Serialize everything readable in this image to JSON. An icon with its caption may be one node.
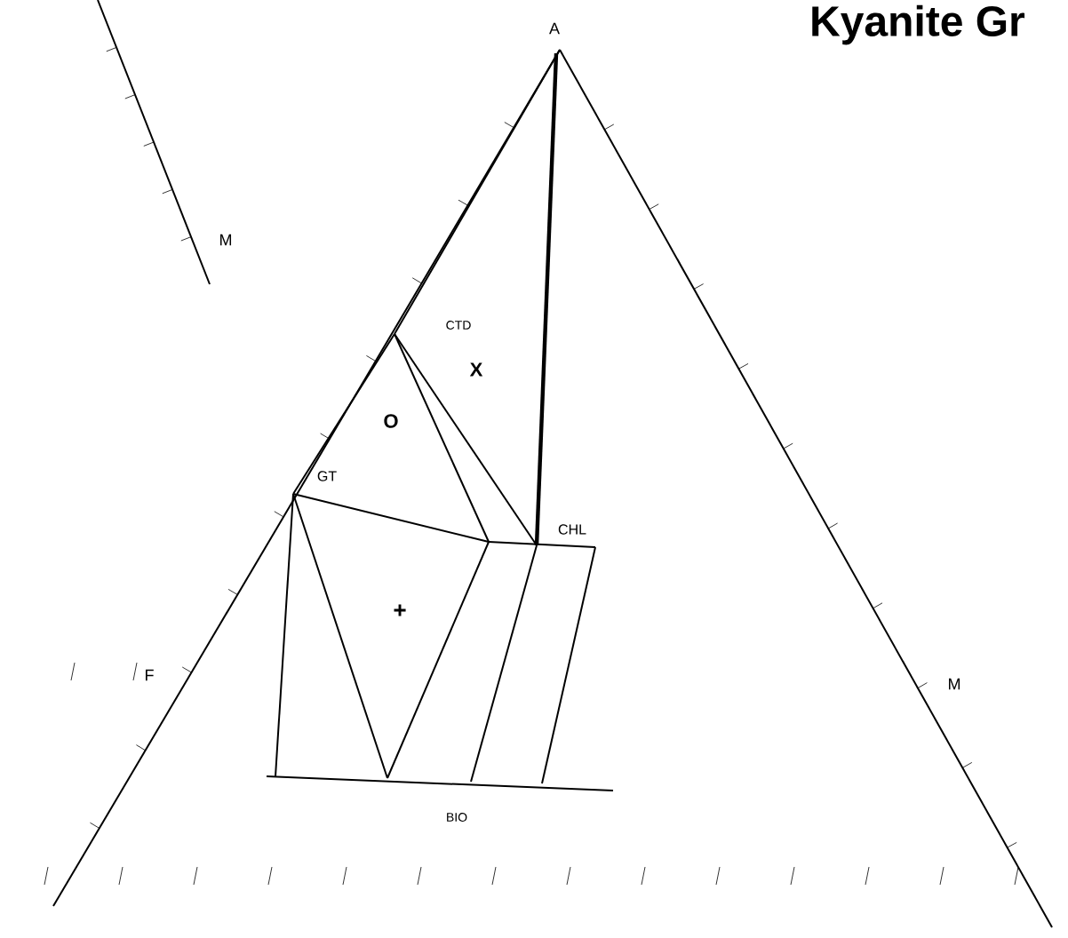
{
  "diagram": {
    "title": "Kyanite Gr",
    "labels": [
      "A",
      "M",
      "CTD",
      "X",
      "O",
      "GT",
      "CHL",
      "F",
      "+",
      "M",
      "BIO"
    ]
  }
}
